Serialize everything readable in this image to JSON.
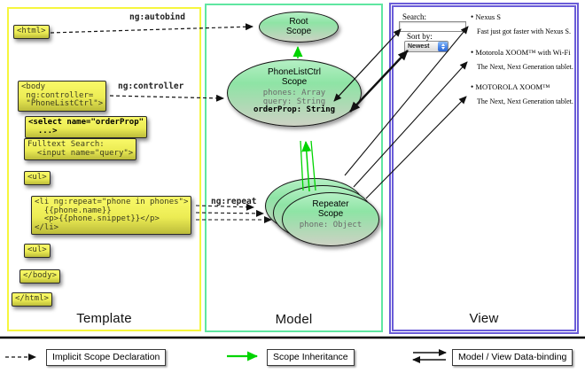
{
  "columns": {
    "template": "Template",
    "model": "Model",
    "view": "View"
  },
  "arrow_labels": {
    "autobind": "ng:autobind",
    "controller": "ng:controller",
    "repeat": "ng:repeat"
  },
  "code_boxes": {
    "html_open": "<html>",
    "body_open": "<body\n ng:controller=\n \"PhoneListCtrl\">",
    "select": "<select name=\"orderProp\"\n  ...>",
    "fulltext": "Fulltext Search:\n  <input name=\"query\">",
    "ul_open": "<ul>",
    "li_repeat": "<li ng:repeat=\"phone in phones\">\n  {{phone.name}}\n  <p>{{phone.snippet}}</p>\n</li>",
    "ul_close": "<ul>",
    "body_close": "</body>",
    "html_close": "</html>"
  },
  "scopes": {
    "root": {
      "title": "Root\nScope"
    },
    "phonelist": {
      "title": "PhoneListCtrl\nScope",
      "prop1": "phones: Array",
      "prop2": "query: String",
      "prop3": "orderProp: String"
    },
    "repeater": {
      "title": "Repeater\nScope",
      "prop": "phone: Object"
    }
  },
  "view": {
    "search_label": "Search:",
    "search_value": "",
    "sort_label": "Sort by:",
    "sort_value": "Newest",
    "items": [
      {
        "title": "Nexus S",
        "desc": "Fast just got faster with Nexus S."
      },
      {
        "title": "Motorola XOOM™ with Wi-Fi",
        "desc": "The Next, Next Generation tablet."
      },
      {
        "title": "MOTOROLA XOOM™",
        "desc": "The Next, Next Generation tablet."
      }
    ]
  },
  "legend": {
    "implicit": "Implicit Scope Declaration",
    "inheritance": "Scope Inheritance",
    "binding": "Model / View Data-binding"
  },
  "colors": {
    "template_border": "#f6f63e",
    "model_border": "#5fe6a1",
    "view_border": "#6a5cd8",
    "scope_green": "#8ee4a5",
    "codebox_yellow": "#ecec54",
    "arrow_green": "#00d400",
    "arrow_black": "#111111"
  }
}
